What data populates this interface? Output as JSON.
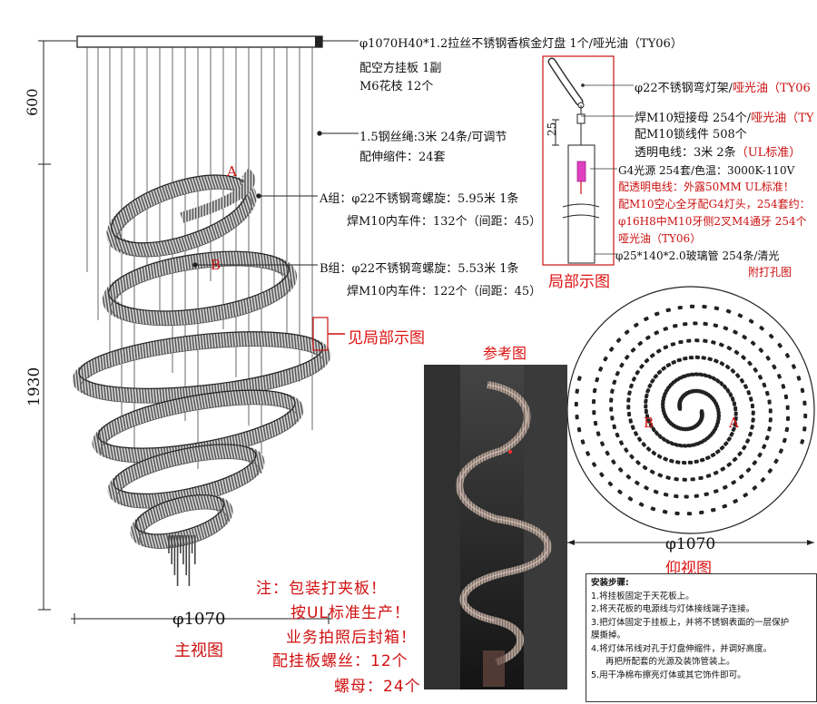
{
  "front_view": {
    "label": "主视图",
    "dim_top": "600",
    "dim_total": "1930",
    "dim_width": "φ1070",
    "marker_a": "A",
    "marker_b": "B"
  },
  "callouts": {
    "plate": "φ1070H40*1.2拉丝不锈钢香槟金灯盘  1个/哑光油（TY06）",
    "plate_sub1": "配空方挂板  1副",
    "plate_sub2": "M6花枝    12个",
    "cable": "1.5钢丝绳:3米 24条/可调节",
    "cable_sub": "配伸缩件：24套",
    "group_a": "A组：φ22不锈钢弯螺旋：5.95米 1条",
    "group_a_sub": "焊M10内车件：132个（间距：45）",
    "group_b": "B组：φ22不锈钢弯螺旋：5.53米 1条",
    "group_b_sub": "焊M10内车件：122个（间距：45）",
    "see_detail": "见局部示图"
  },
  "detail_view": {
    "label": "局部示图",
    "dim": "25",
    "l1_black": "φ22不锈钢弯灯架/",
    "l1_red": "哑光油（TY06",
    "l2_black": "焊M10短接母 254个/",
    "l2_red": "哑光油（TY",
    "l3": "配M10锁线件 508个",
    "l4_black": "透明电线：3米 2条",
    "l4_red": "（UL标准）",
    "l5": "G4光源  254套/色温：3000K-110V",
    "l6": "配透明电线：外露50MM   UL标准！",
    "l7": "配M10空心全牙配G4灯头，254套约：",
    "l8": "φ16H8中M10牙侧2叉M4通牙 254个",
    "l9": "哑光油（TY06）",
    "l10": "φ25*140*2.0玻璃管 254条/清光",
    "l11": "附打孔图"
  },
  "reference_photo": {
    "label": "参考图"
  },
  "bottom_view": {
    "label": "仰视图",
    "dim_width": "φ1070",
    "marker_a": "A",
    "marker_b": "B"
  },
  "notes": {
    "n1": "注：包装打夹板！",
    "n2": "按UL标准生产！",
    "n3": "业务拍照后封箱！",
    "n4": "配挂板螺丝：12个",
    "n5": "螺母：24个"
  },
  "install_steps": {
    "title": "安装步骤:",
    "s1": "1.将挂板固定于天花板上。",
    "s2": "2.将天花板的电源线与灯体接线端子连接。",
    "s3": "3.把灯体固定于挂板上，并将不锈钢表面的一层保护",
    "s3b": "膜撕掉。",
    "s4": "4.将灯体吊线对孔于灯盘伸缩件，并调好高度。",
    "s4b": "再把所配套的光源及装饰管装上。",
    "s5": "5.用干净棉布擦亮灯体或其它饰件即可。"
  }
}
